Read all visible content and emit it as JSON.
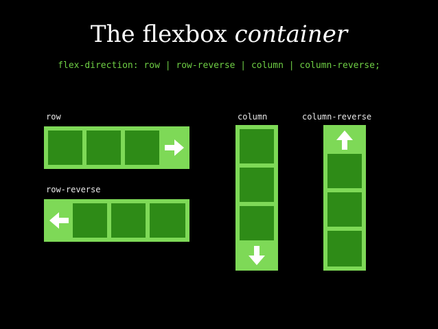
{
  "title": {
    "main": "The flexbox",
    "emphasis": "container"
  },
  "code_line": "flex-direction: row | row-reverse | column | column-reverse;",
  "labels": {
    "row": "row",
    "row_reverse": "row-reverse",
    "column": "column",
    "column_reverse": "column-reverse"
  },
  "colors": {
    "container": "#7ed957",
    "item": "#2e8b17",
    "code": "#6fcf45",
    "background": "#000000"
  },
  "icons": [
    "arrow-right-icon",
    "arrow-left-icon",
    "arrow-down-icon",
    "arrow-up-icon"
  ]
}
